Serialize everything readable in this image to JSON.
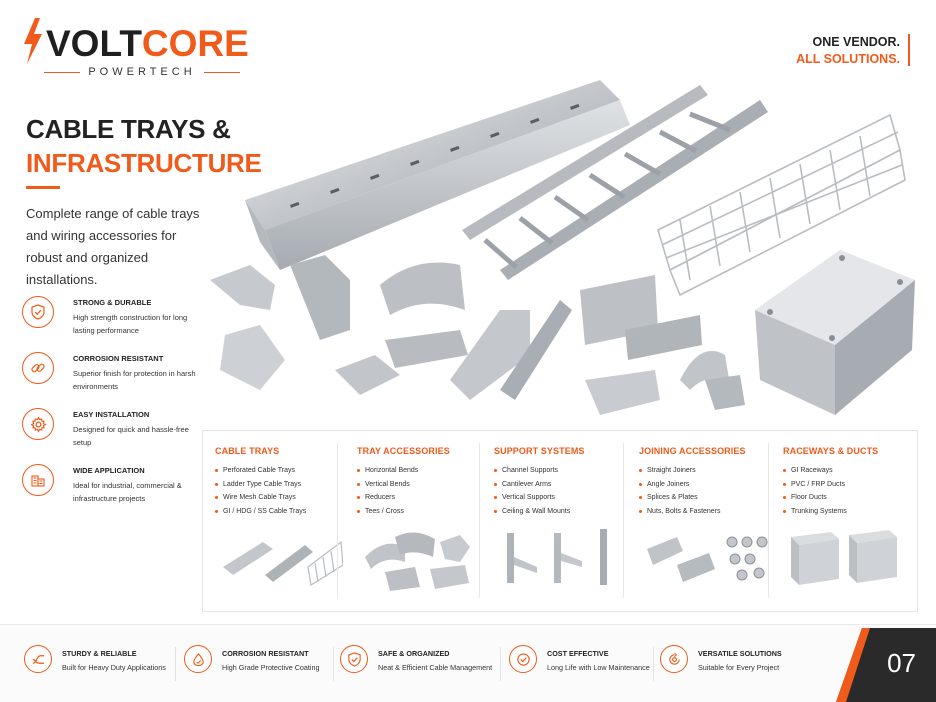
{
  "brand": {
    "name_part1": "VOLT",
    "name_part2": "CORE",
    "sub": "POWERTECH",
    "icon": "lightning-bolt-icon"
  },
  "tagline": {
    "line1": "ONE VENDOR.",
    "line2": "ALL SOLUTIONS."
  },
  "hero": {
    "title_line1": "CABLE TRAYS &",
    "title_line2": "INFRASTRUCTURE",
    "intro": "Complete range of cable trays and wiring accessories for robust and organized installations."
  },
  "features": [
    {
      "icon": "shield-check-icon",
      "title": "STRONG & DURABLE",
      "desc": "High strength construction for long lasting performance"
    },
    {
      "icon": "chain-link-icon",
      "title": "CORROSION RESISTANT",
      "desc": "Superior finish for protection in harsh environments"
    },
    {
      "icon": "gear-icon",
      "title": "EASY INSTALLATION",
      "desc": "Designed for quick and hassle-free setup"
    },
    {
      "icon": "buildings-icon",
      "title": "WIDE APPLICATION",
      "desc": "Ideal for industrial, commercial & infrastructure projects"
    }
  ],
  "categories": [
    {
      "title": "CABLE TRAYS",
      "items": [
        "Perforated Cable Trays",
        "Ladder Type Cable Trays",
        "Wire Mesh Cable Trays",
        "GI / HDG / SS Cable Trays"
      ]
    },
    {
      "title": "TRAY ACCESSORIES",
      "items": [
        "Horizontal Bends",
        "Vertical Bends",
        "Reducers",
        "Tees / Cross"
      ]
    },
    {
      "title": "SUPPORT SYSTEMS",
      "items": [
        "Channel Supports",
        "Cantilever Arms",
        "Vertical Supports",
        "Ceiling & Wall Mounts"
      ]
    },
    {
      "title": "JOINING ACCESSORIES",
      "items": [
        "Straight Joiners",
        "Angle Joiners",
        "Splices & Plates",
        "Nuts, Bolts & Fasteners"
      ]
    },
    {
      "title": "RACEWAYS & DUCTS",
      "items": [
        "GI Raceways",
        "PVC / FRP Ducts",
        "Floor Ducts",
        "Trunking Systems"
      ]
    }
  ],
  "footer": [
    {
      "icon": "cable-route-icon",
      "title": "STURDY & RELIABLE",
      "desc": "Built for Heavy Duty Applications"
    },
    {
      "icon": "drop-shield-icon",
      "title": "CORROSION RESISTANT",
      "desc": "High Grade Protective Coating"
    },
    {
      "icon": "shield-check-icon",
      "title": "SAFE & ORGANIZED",
      "desc": "Neat & Efficient Cable Management"
    },
    {
      "icon": "badge-check-icon",
      "title": "COST EFFECTIVE",
      "desc": "Long Life with Low Maintenance"
    },
    {
      "icon": "settings-cycle-icon",
      "title": "VERSATILE SOLUTIONS",
      "desc": "Suitable for Every Project"
    }
  ],
  "page_number": "07",
  "colors": {
    "accent": "#f05a1a",
    "text": "#222222",
    "metal": "#c9ccd0"
  }
}
